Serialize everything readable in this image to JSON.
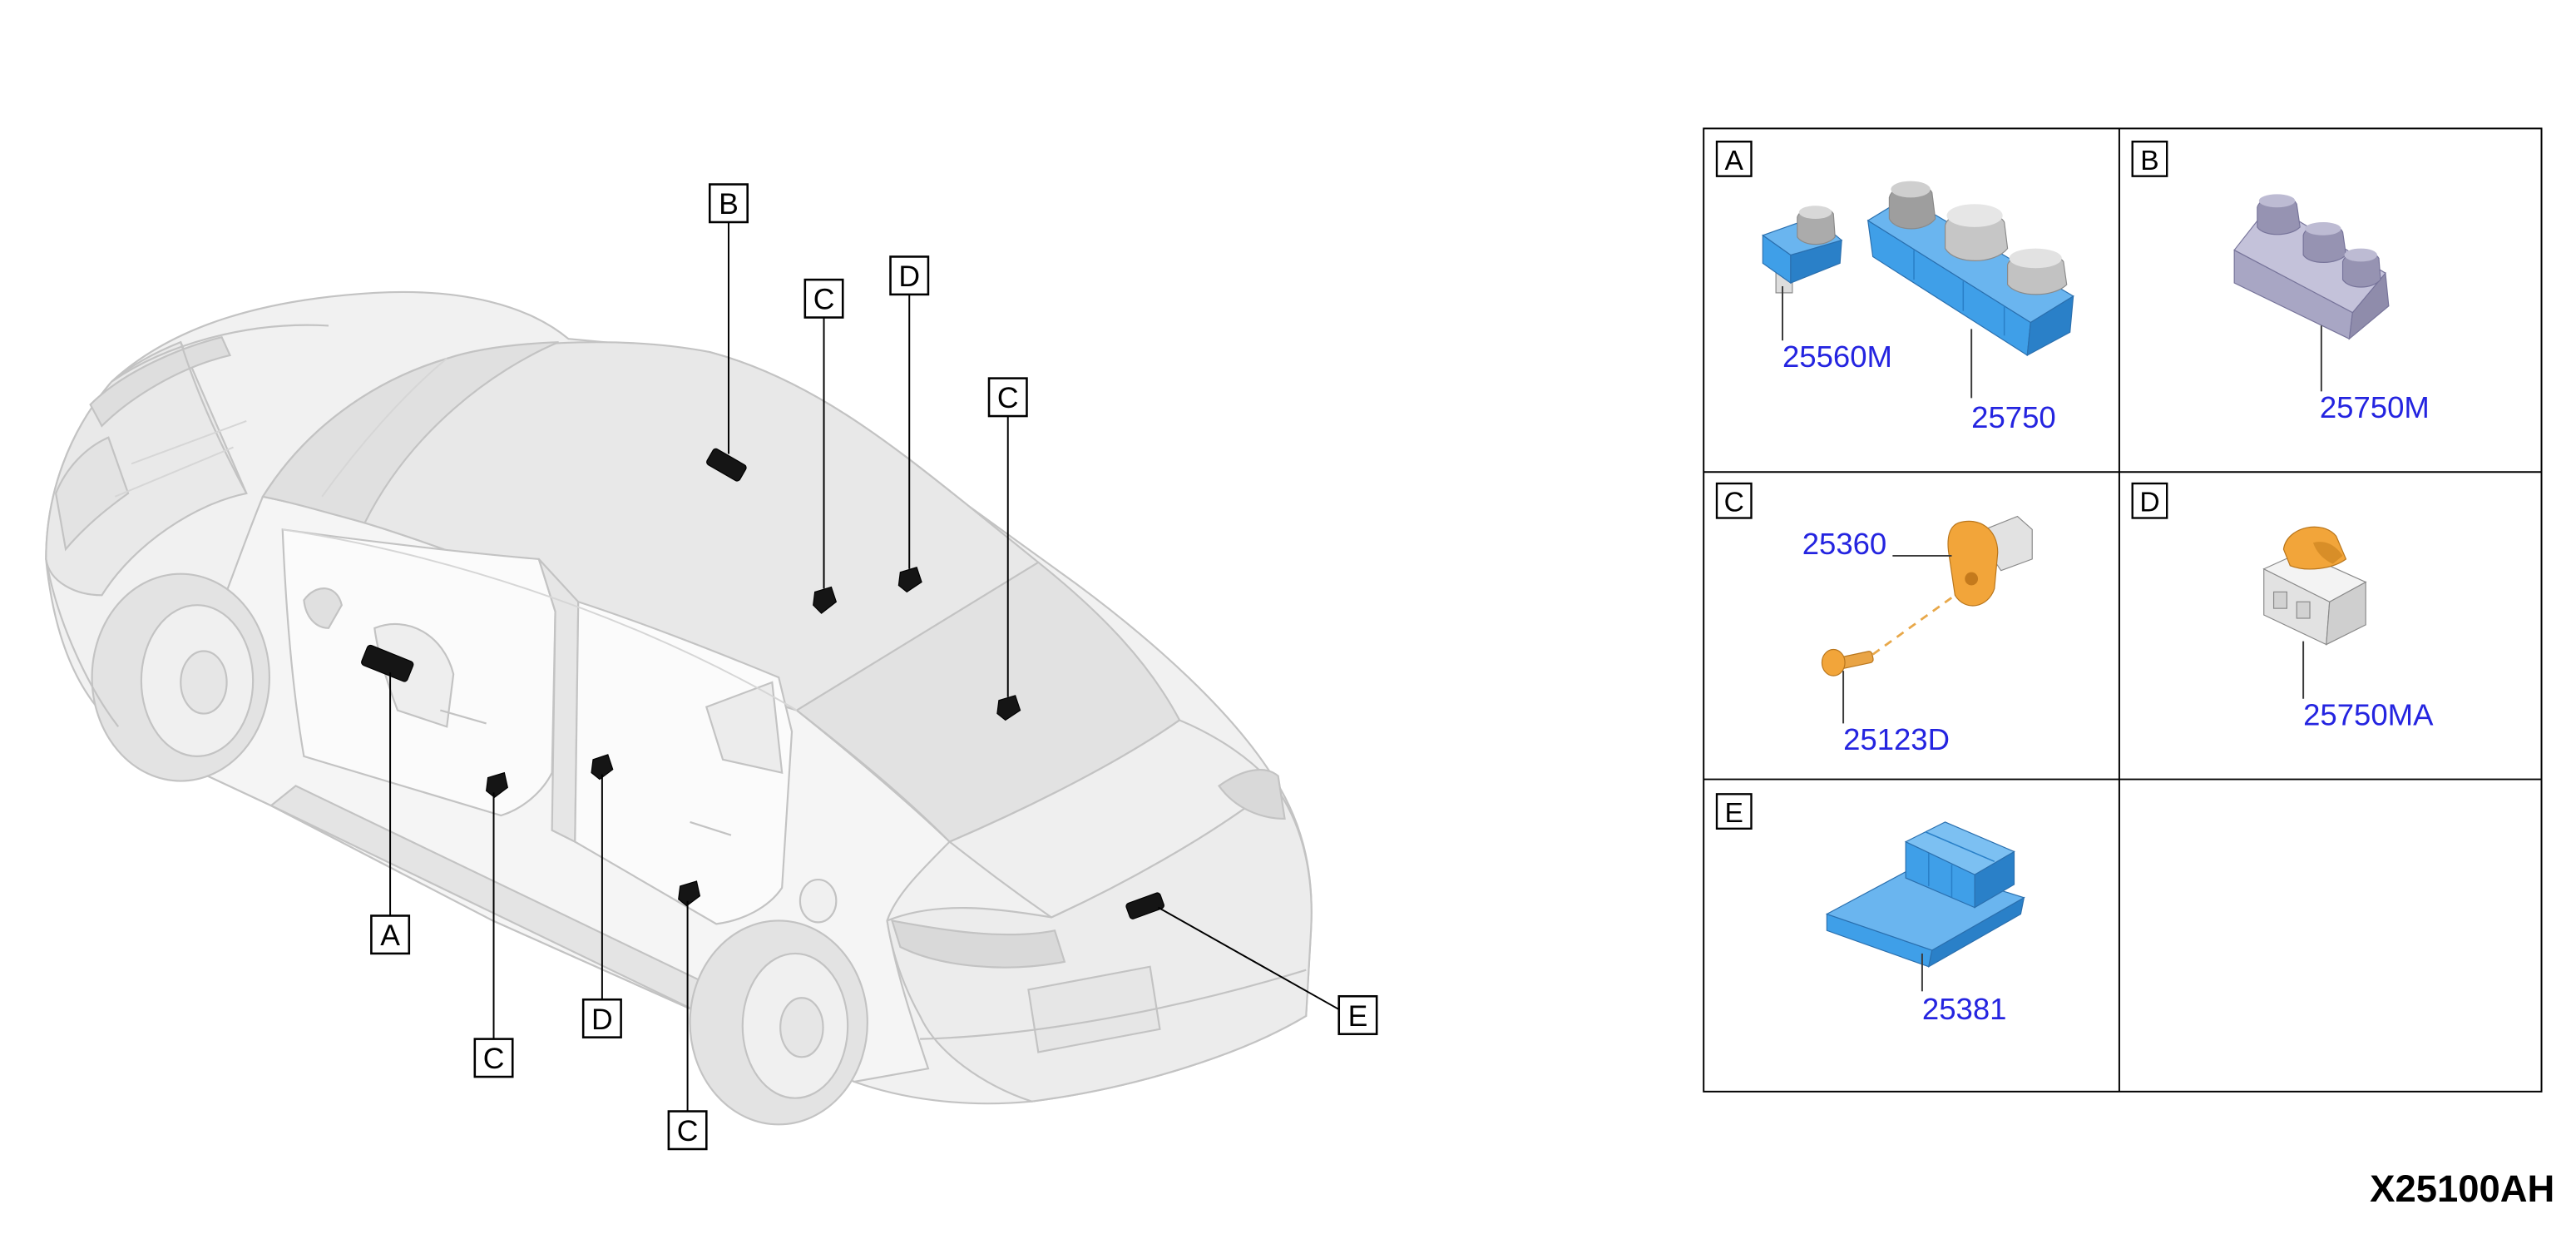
{
  "diagram_code": "X25100AH",
  "callouts": [
    {
      "label": "B"
    },
    {
      "label": "C"
    },
    {
      "label": "D"
    },
    {
      "label": "C"
    },
    {
      "label": "A"
    },
    {
      "label": "C"
    },
    {
      "label": "D"
    },
    {
      "label": "C"
    },
    {
      "label": "E"
    }
  ],
  "detail_grid": {
    "cells": [
      {
        "label": "A",
        "parts": [
          "25560M",
          "25750"
        ]
      },
      {
        "label": "B",
        "parts": [
          "25750M"
        ]
      },
      {
        "label": "C",
        "parts": [
          "25360",
          "25123D"
        ]
      },
      {
        "label": "D",
        "parts": [
          "25750MA"
        ]
      },
      {
        "label": "E",
        "parts": [
          "25381"
        ]
      }
    ]
  },
  "colors": {
    "part_number_text": "#2424e0",
    "part_blue": "#3f9fe8",
    "part_orange": "#f2a53a",
    "part_lavender": "#a8a6c4",
    "part_gray": "#e2e2e2",
    "marker_black": "#151515",
    "car_body": "#f1f1f1"
  }
}
